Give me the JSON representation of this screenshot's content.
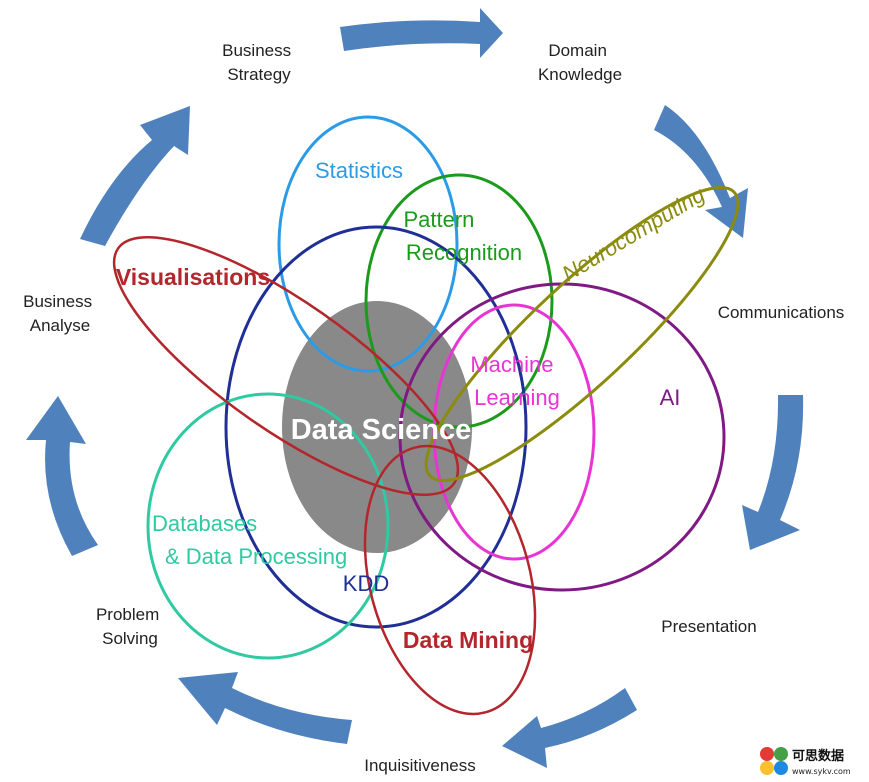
{
  "colors": {
    "arrow": "#4f81bd",
    "core_fill": "#898989",
    "statistics": "#2b9be8",
    "pattern_recognition": "#1c9a1c",
    "neurocomputing": "#8b8b0e",
    "kdd": "#1f2f96",
    "visualisations": "#b3262b",
    "machine_learning": "#e934d4",
    "ai": "#7f1a84",
    "databases": "#2fc9a2",
    "data_mining": "#b3262b"
  },
  "cycle": {
    "business_strategy": [
      "Business",
      "Strategy"
    ],
    "domain_knowledge": [
      "Domain",
      "Knowledge"
    ],
    "communications": "Communications",
    "presentation": "Presentation",
    "inquisitiveness": "Inquisitiveness",
    "problem_solving": [
      "Problem",
      "Solving"
    ],
    "business_analyse": [
      "Business",
      "Analyse"
    ]
  },
  "venn": {
    "core": "Data Science",
    "statistics": "Statistics",
    "pattern_recognition": [
      "Pattern",
      "Recognition"
    ],
    "neurocomputing": "Neurocomputing",
    "visualisations": "Visualisations",
    "machine_learning": [
      "Machine",
      "Learning"
    ],
    "ai": "AI",
    "databases": [
      "Databases",
      "& Data Processing"
    ],
    "kdd": "KDD",
    "data_mining": "Data Mining"
  },
  "watermark": {
    "brand": "可思数据",
    "url": "www.sykv.com",
    "dot_colors": [
      "#e53935",
      "#43a047",
      "#fbc02d",
      "#1e88e5"
    ]
  }
}
